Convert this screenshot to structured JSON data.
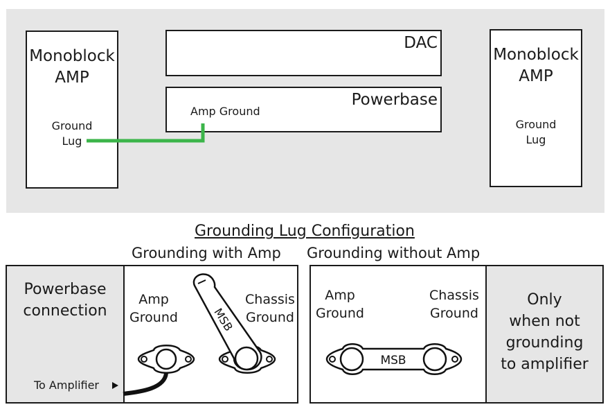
{
  "top": {
    "left_amp": {
      "title": "Monoblock\nAMP",
      "lug": "Ground\nLug"
    },
    "right_amp": {
      "title": "Monoblock\nAMP",
      "lug": "Ground\nLug"
    },
    "dac": {
      "label": "DAC"
    },
    "powerbase": {
      "label": "Powerbase",
      "amp_ground": "Amp Ground"
    },
    "wire_color": "#3cb54a"
  },
  "bottom": {
    "title": "Grounding Lug Configuration",
    "with_amp": {
      "heading": "Grounding with Amp",
      "connection_label": "Powerbase\nconnection",
      "to_amplifier": "To Amplifier",
      "amp_ground": "Amp\nGround",
      "chassis_ground": "Chassis\nGround",
      "strap_label": "MSB"
    },
    "without_amp": {
      "heading": "Grounding without Amp",
      "amp_ground": "Amp\nGround",
      "chassis_ground": "Chassis\nGround",
      "strap_label": "MSB",
      "note": "Only\nwhen not\ngrounding\nto amplifier"
    }
  }
}
